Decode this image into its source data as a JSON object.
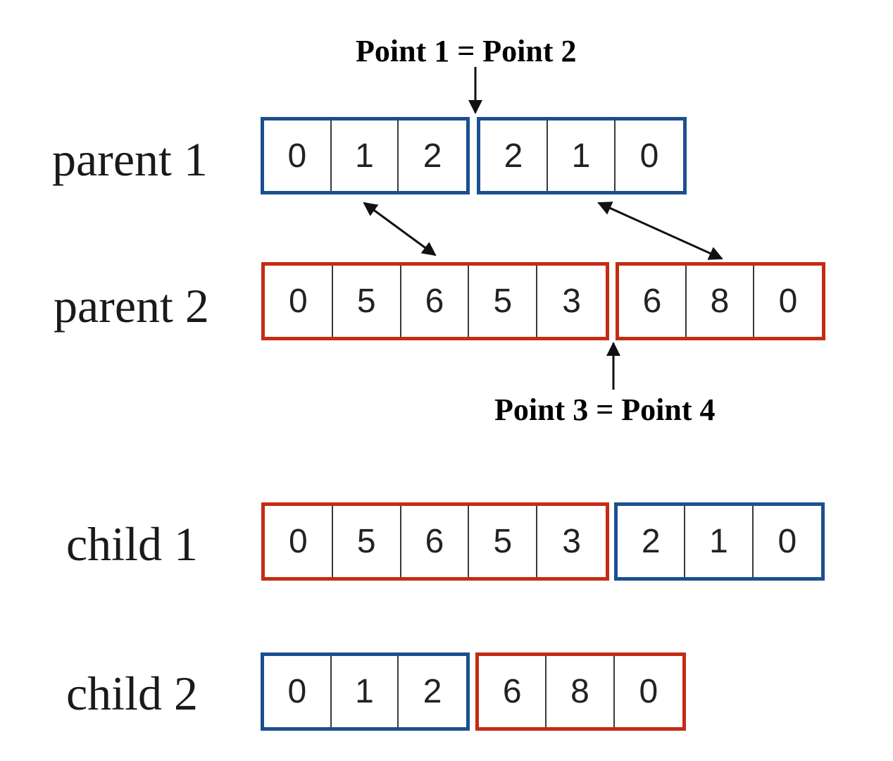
{
  "colors": {
    "blue": "#1c4f8f",
    "red": "#c42c14",
    "arrow": "#111111"
  },
  "labels": {
    "point12": "Point 1 = Point 2",
    "point34": "Point 3 = Point 4"
  },
  "rows": {
    "parent1": {
      "label": "parent 1",
      "segments": [
        {
          "color": "blue",
          "genes": [
            "0",
            "1",
            "2"
          ]
        },
        {
          "color": "blue",
          "genes": [
            "2",
            "1",
            "0"
          ]
        }
      ]
    },
    "parent2": {
      "label": "parent 2",
      "segments": [
        {
          "color": "red",
          "genes": [
            "0",
            "5",
            "6",
            "5",
            "3"
          ]
        },
        {
          "color": "red",
          "genes": [
            "6",
            "8",
            "0"
          ]
        }
      ]
    },
    "child1": {
      "label": "child 1",
      "segments": [
        {
          "color": "red",
          "genes": [
            "0",
            "5",
            "6",
            "5",
            "3"
          ]
        },
        {
          "color": "blue",
          "genes": [
            "2",
            "1",
            "0"
          ]
        }
      ]
    },
    "child2": {
      "label": "child 2",
      "segments": [
        {
          "color": "blue",
          "genes": [
            "0",
            "1",
            "2"
          ]
        },
        {
          "color": "red",
          "genes": [
            "6",
            "8",
            "0"
          ]
        }
      ]
    }
  }
}
